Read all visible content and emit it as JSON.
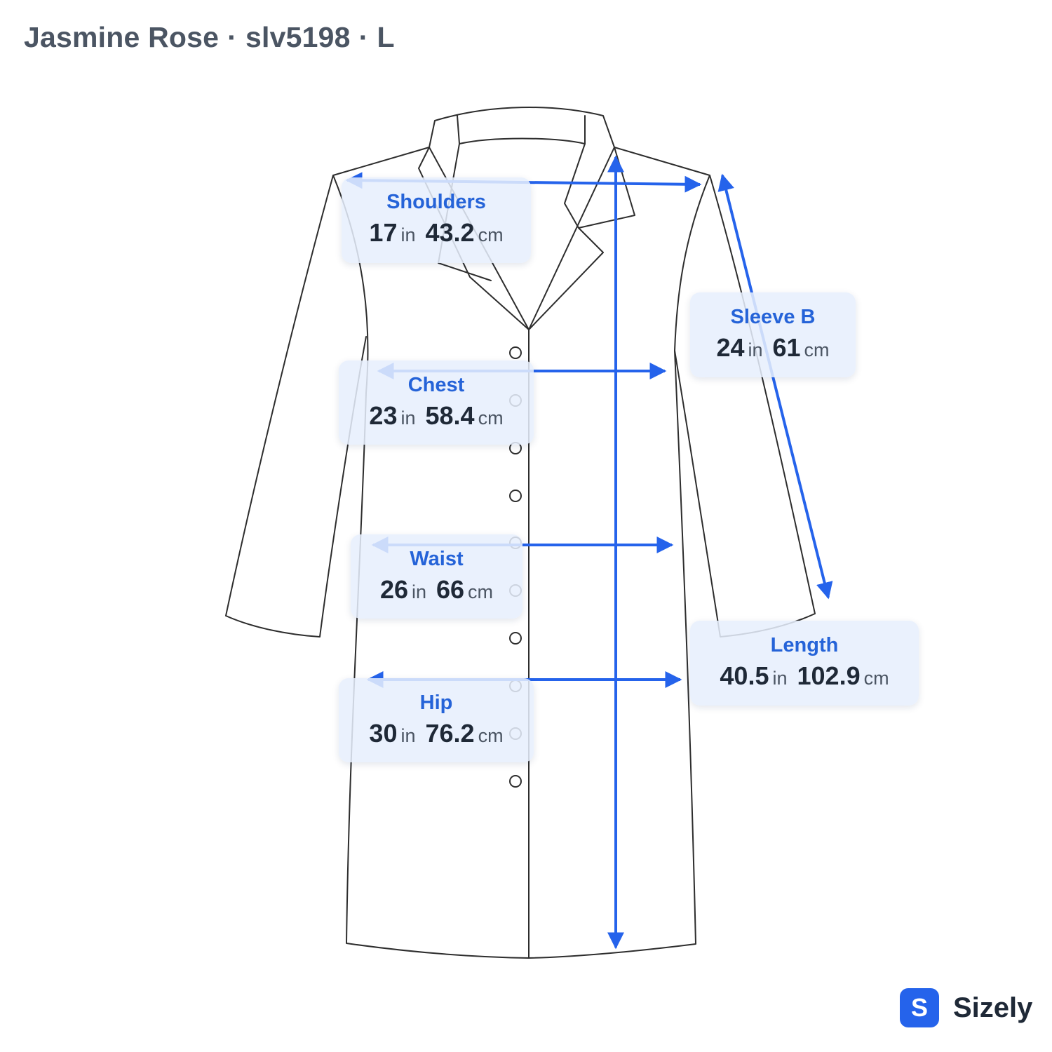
{
  "header": {
    "brand": "Jasmine Rose",
    "style_code": "slv5198",
    "size": "L",
    "separator": "·"
  },
  "units": {
    "imperial": "in",
    "metric": "cm"
  },
  "measurements": {
    "shoulders": {
      "label": "Shoulders",
      "inches": "17",
      "cm": "43.2"
    },
    "chest": {
      "label": "Chest",
      "inches": "23",
      "cm": "58.4"
    },
    "waist": {
      "label": "Waist",
      "inches": "26",
      "cm": "66"
    },
    "hip": {
      "label": "Hip",
      "inches": "30",
      "cm": "76.2"
    },
    "sleeve": {
      "label": "Sleeve B",
      "inches": "24",
      "cm": "61"
    },
    "length": {
      "label": "Length",
      "inches": "40.5",
      "cm": "102.9"
    }
  },
  "logo": {
    "mark": "S",
    "name": "Sizely"
  },
  "colors": {
    "accent": "#2563eb",
    "label_text": "#2563d8",
    "value_text": "#1f2937",
    "title_text": "#4b5563",
    "garment_outline": "#2d2d2d"
  }
}
